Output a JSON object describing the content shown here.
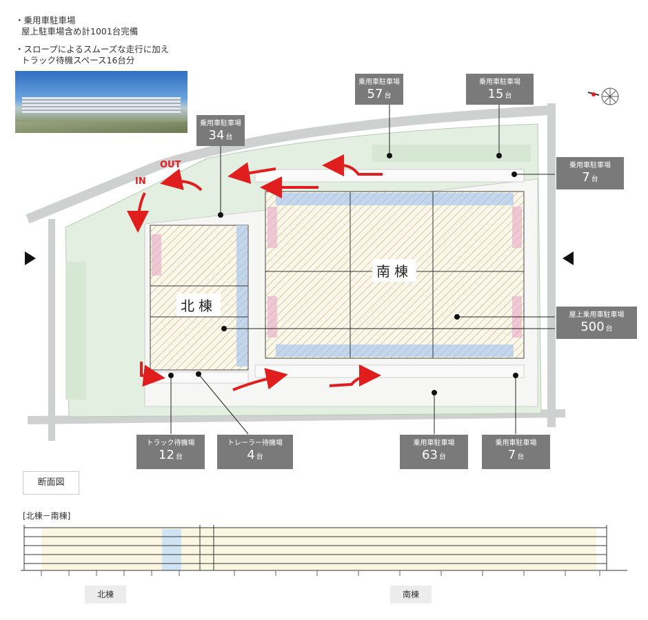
{
  "notes": [
    {
      "line1": "・乗用車駐車場",
      "line2": "屋上駐車場含め計1001台完備"
    },
    {
      "line1": "・スロープによるスムーズな走行に加え",
      "line2": "トラック待機スペース16台分"
    }
  ],
  "buildings": {
    "north": "北棟",
    "south": "南棟"
  },
  "route": {
    "in": "IN",
    "out": "OUT"
  },
  "unit": "台",
  "labels": [
    {
      "id": "p34",
      "title": "乗用車駐車場",
      "count": "34"
    },
    {
      "id": "p57",
      "title": "乗用車駐車場",
      "count": "57"
    },
    {
      "id": "p15",
      "title": "乗用車駐車場",
      "count": "15"
    },
    {
      "id": "p7a",
      "title": "乗用車駐車場",
      "count": "7"
    },
    {
      "id": "roof",
      "title": "屋上乗用車駐車場",
      "count": "500"
    },
    {
      "id": "truck",
      "title": "トラック待機場",
      "count": "12"
    },
    {
      "id": "trailer",
      "title": "トレーラー待機場",
      "count": "4"
    },
    {
      "id": "p63",
      "title": "乗用車駐車場",
      "count": "63"
    },
    {
      "id": "p7b",
      "title": "乗用車駐車場",
      "count": "7"
    }
  ],
  "section": {
    "title": "断面図",
    "caption": "[北棟－南棟]",
    "north_tag": "北棟",
    "south_tag": "南棟"
  },
  "colors": {
    "label_bg": "#7a7a7a",
    "arrow_red": "#e01e1e",
    "green": "#d9ead7",
    "hatch": "#c9a95a",
    "blue_zone": "#b8cde6",
    "pink_zone": "#eec3cf"
  }
}
